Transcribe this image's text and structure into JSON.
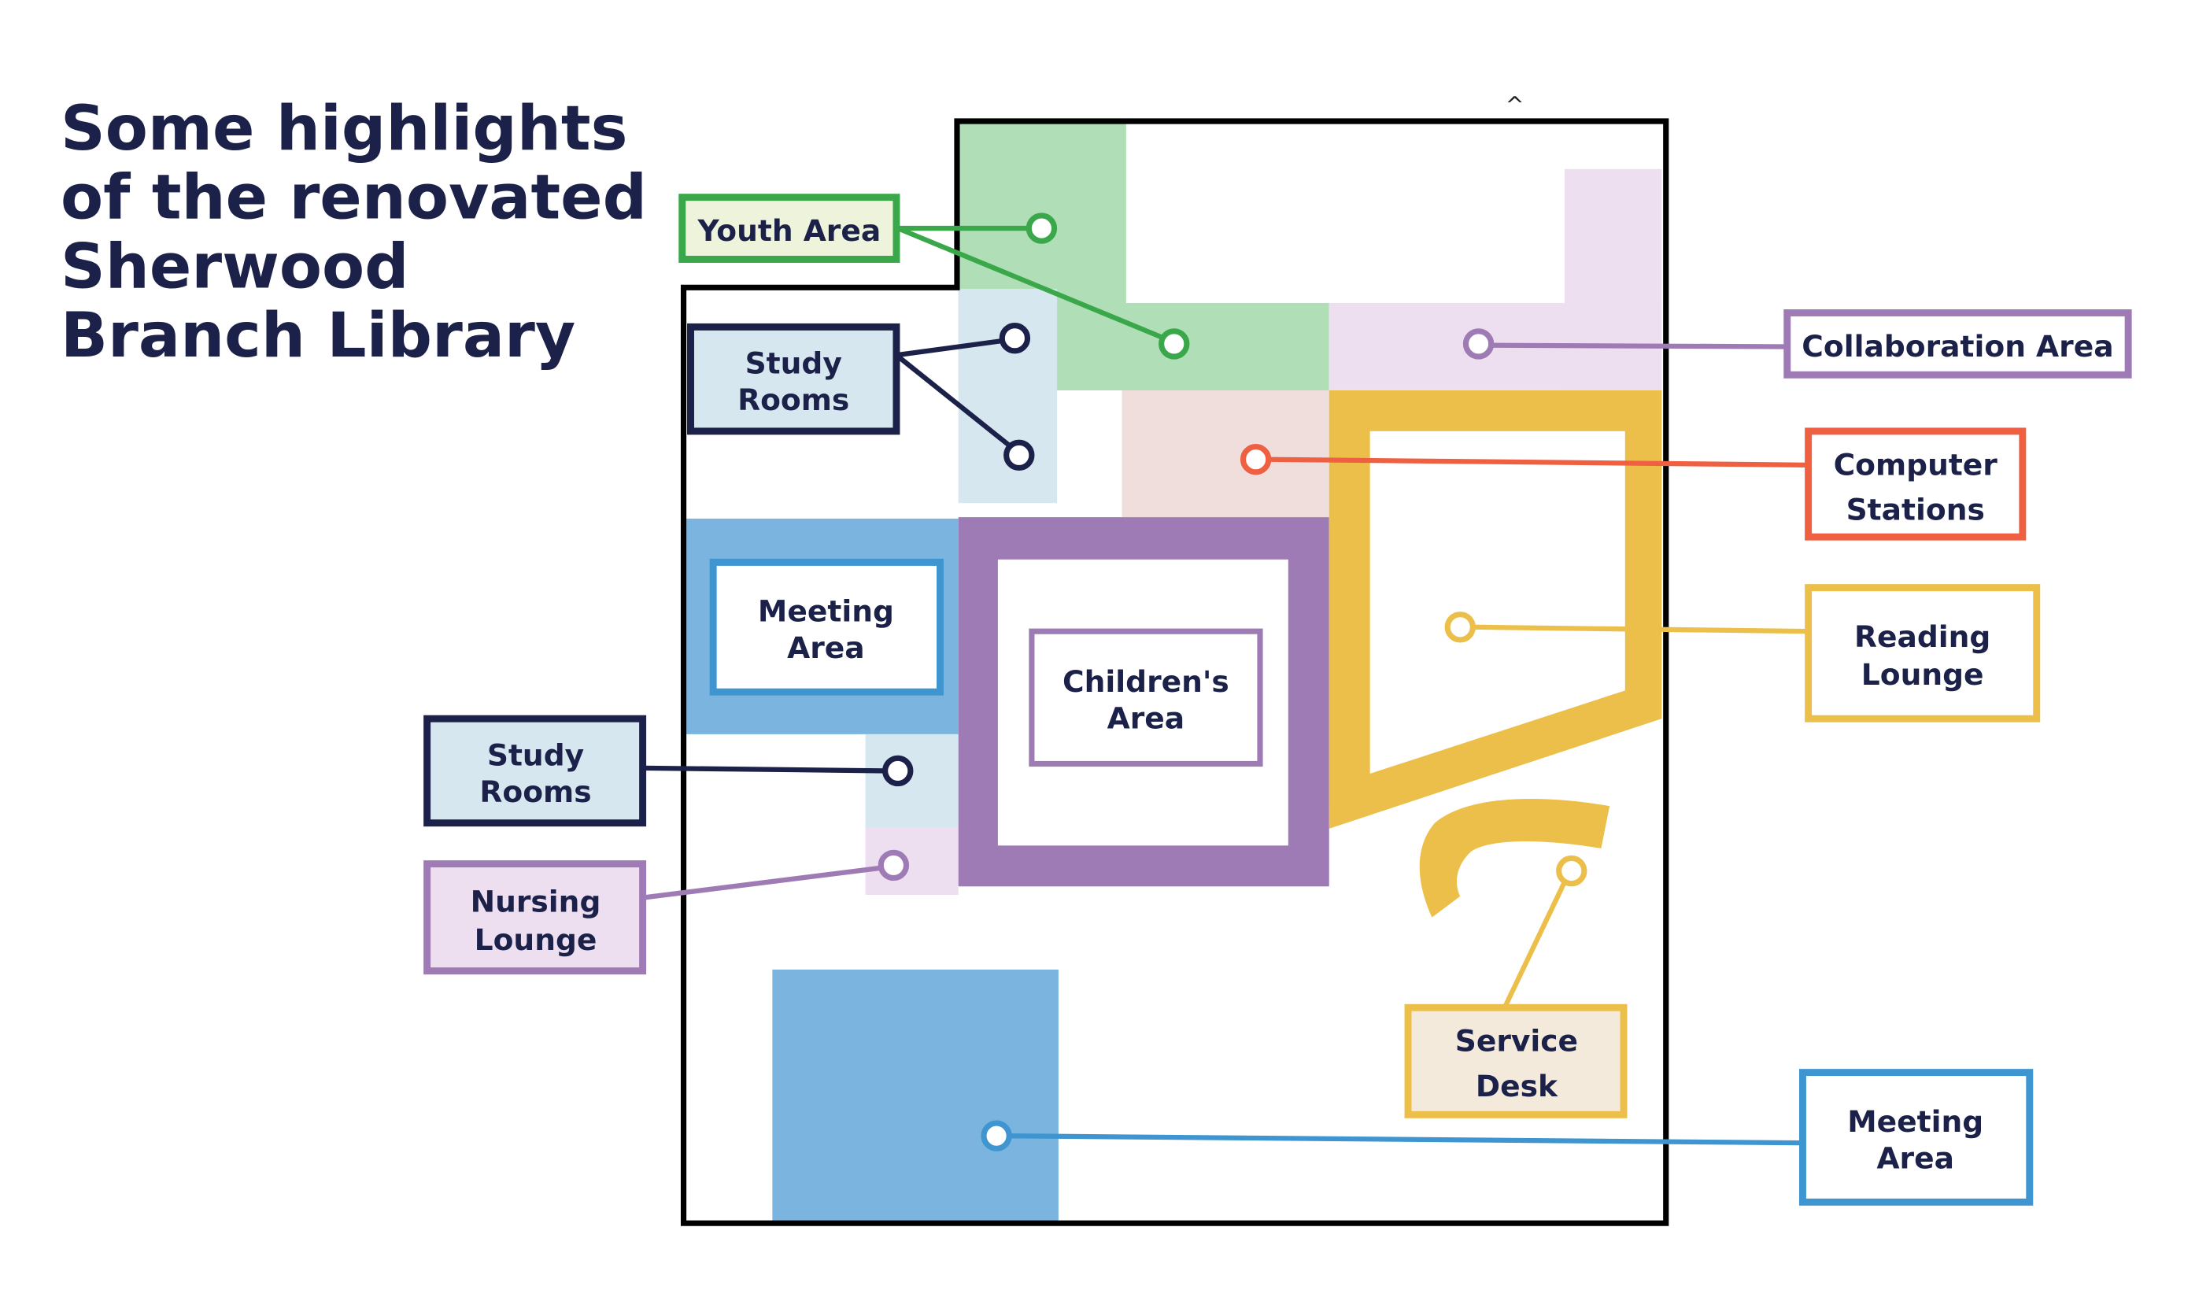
{
  "title": {
    "lines": [
      "Some highlights",
      "of the renovated",
      "Sherwood",
      "Branch Library"
    ]
  },
  "colors": {
    "navy": "#1b2148",
    "green": "#3aa84a",
    "green_fill": "#b0dfb7",
    "green_label_bg": "#eef3dc",
    "study_fill": "#d7e7ef",
    "purple": "#9e7bb5",
    "purple_fill": "#eedff0",
    "orange": "#ef6042",
    "orange_fill": "#efdedb",
    "yellow": "#ecbf4a",
    "yellow_label_bg": "#f3eadb",
    "blue": "#3f95d0",
    "blue_fill": "#7ab4df",
    "wall": "#000000"
  },
  "north_marker": "^",
  "labels": {
    "youth_area": [
      "Youth Area"
    ],
    "study_rooms_top": [
      "Study",
      "Rooms"
    ],
    "collaboration_area": [
      "Collaboration Area"
    ],
    "computer_stations": [
      "Computer",
      "Stations"
    ],
    "reading_lounge": [
      "Reading",
      "Lounge"
    ],
    "meeting_area_inner": [
      "Meeting",
      "Area"
    ],
    "childrens_area": [
      "Children's",
      "Area"
    ],
    "study_rooms_left": [
      "Study",
      "Rooms"
    ],
    "nursing_lounge": [
      "Nursing",
      "Lounge"
    ],
    "service_desk": [
      "Service",
      "Desk"
    ],
    "meeting_area_right": [
      "Meeting",
      "Area"
    ]
  }
}
